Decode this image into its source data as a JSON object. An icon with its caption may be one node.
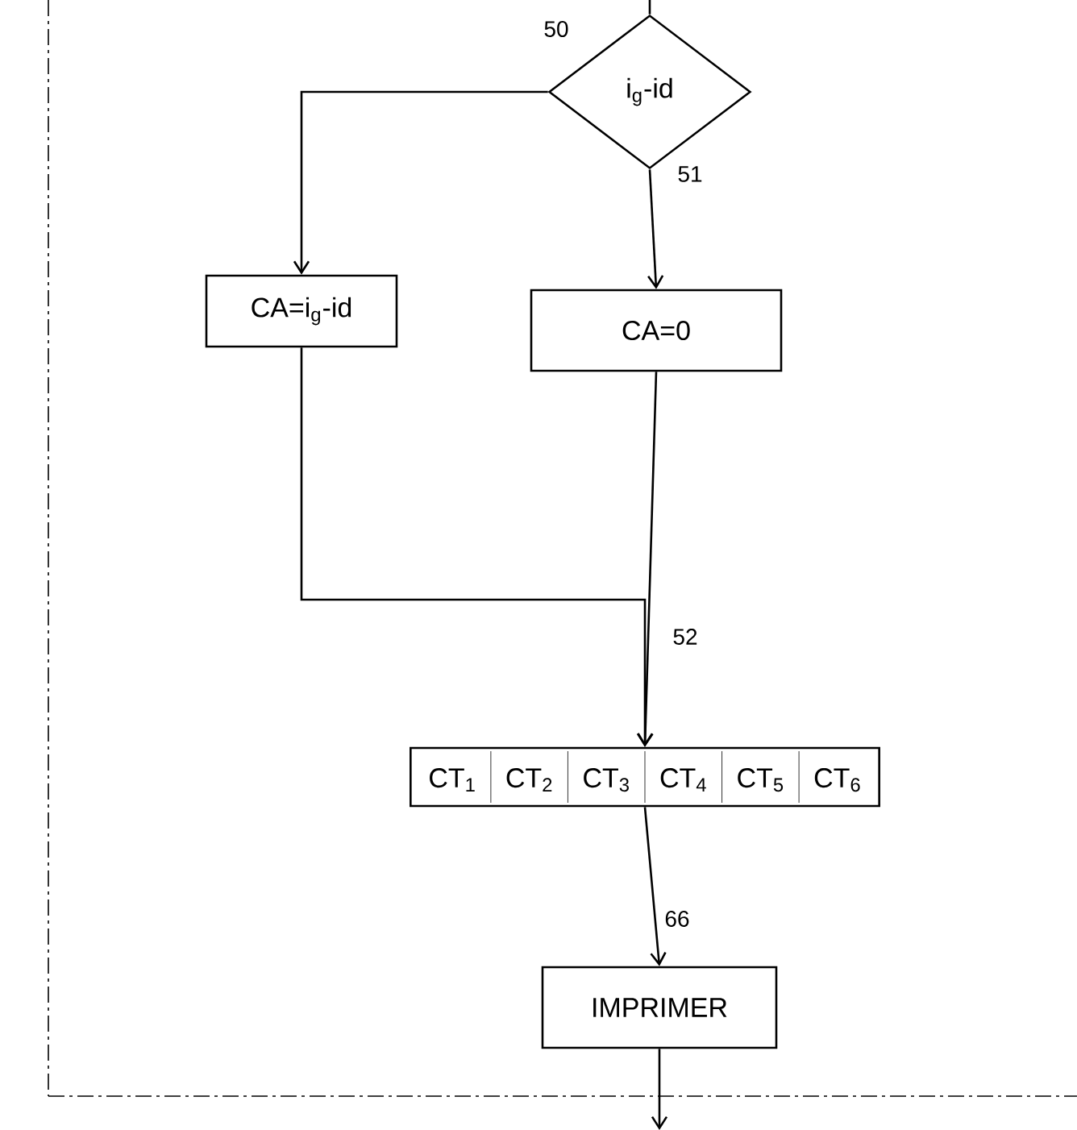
{
  "diagram": {
    "nodes": [
      {
        "text": [
          "i$_{g}$-id"
        ]
      },
      {
        "text": [
          "CA=i$_{g}$-id"
        ]
      },
      {
        "text": [
          "CA=0"
        ]
      },
      {
        "text": [
          "CT$_{1}$",
          "CT$_{2}$",
          "CT$_{3}$",
          "CT$_{4}$",
          "CT$_{5}$",
          "CT$_{6}$"
        ]
      },
      {
        "text": [
          "IMPRIMER"
        ]
      }
    ],
    "edges": [
      {
        "from": null,
        "to": 0,
        "arrow": "none"
      },
      {
        "from": 0,
        "to": 1,
        "arrow": "to"
      },
      {
        "from": 0,
        "to": 2,
        "arrow": "to"
      },
      {
        "from": 1,
        "to": 3,
        "arrow": "to"
      },
      {
        "from": 2,
        "to": 3,
        "arrow": "to"
      },
      {
        "from": 3,
        "to": 4,
        "arrow": "to"
      },
      {
        "from": 4,
        "to": null,
        "arrow": "to"
      }
    ],
    "labels": [
      "50",
      "51",
      "52",
      "66"
    ]
  }
}
